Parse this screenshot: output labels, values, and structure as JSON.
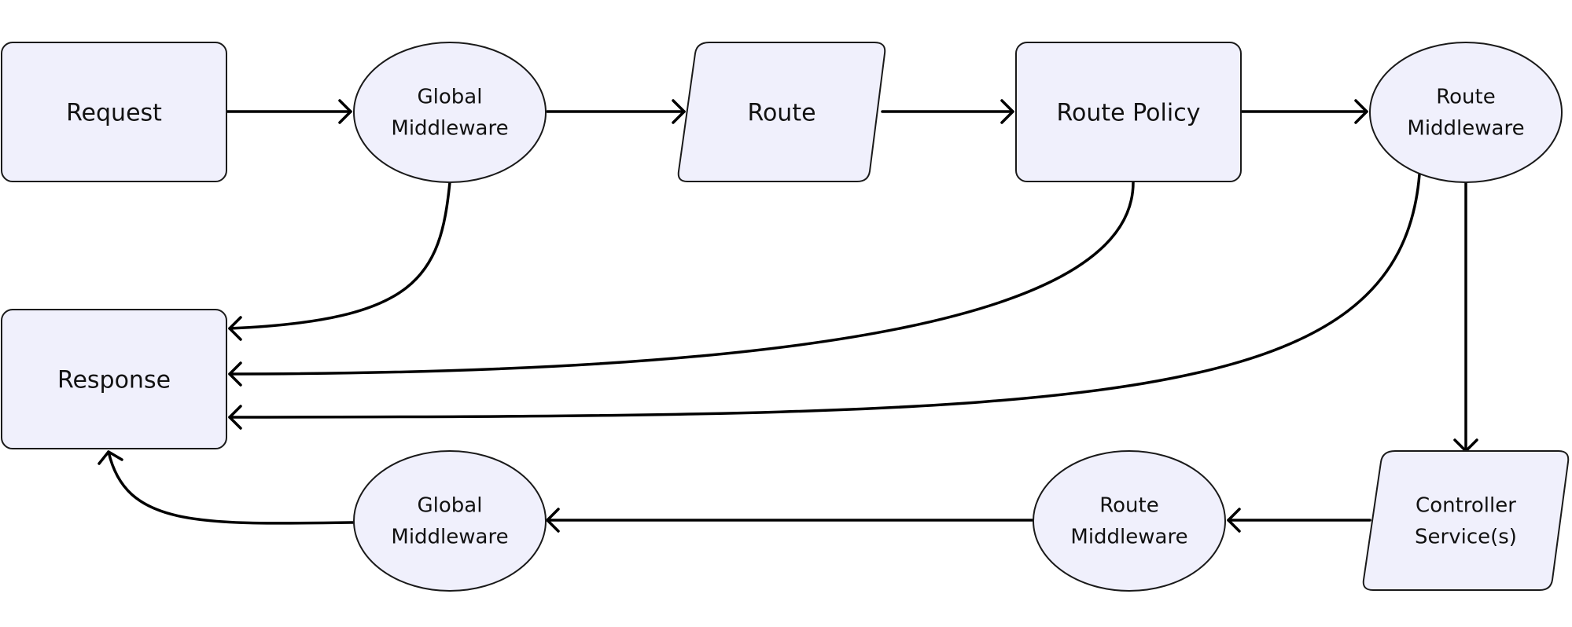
{
  "colors": {
    "node_fill": "#f0f0fc",
    "node_stroke": "#1a1a1a",
    "edge_stroke": "#000000",
    "text": "#111111",
    "background": "#ffffff"
  },
  "nodes": {
    "request": {
      "label": "Request",
      "shape": "rounded-rectangle"
    },
    "global_middleware_in": {
      "lines": [
        "Global",
        "Middleware"
      ],
      "shape": "ellipse"
    },
    "route": {
      "label": "Route",
      "shape": "parallelogram"
    },
    "route_policy": {
      "label": "Route Policy",
      "shape": "rounded-rectangle"
    },
    "route_middleware_in": {
      "lines": [
        "Route",
        "Middleware"
      ],
      "shape": "ellipse"
    },
    "response": {
      "label": "Response",
      "shape": "rounded-rectangle"
    },
    "global_middleware_out": {
      "lines": [
        "Global",
        "Middleware"
      ],
      "shape": "ellipse"
    },
    "route_middleware_out": {
      "lines": [
        "Route",
        "Middleware"
      ],
      "shape": "ellipse"
    },
    "controller": {
      "lines": [
        "Controller",
        "Service(s)"
      ],
      "shape": "parallelogram"
    }
  },
  "edges": [
    {
      "from": "request",
      "to": "global_middleware_in"
    },
    {
      "from": "global_middleware_in",
      "to": "route"
    },
    {
      "from": "route",
      "to": "route_policy"
    },
    {
      "from": "route_policy",
      "to": "route_middleware_in"
    },
    {
      "from": "global_middleware_in",
      "to": "response"
    },
    {
      "from": "route_policy",
      "to": "response"
    },
    {
      "from": "route_middleware_in",
      "to": "response"
    },
    {
      "from": "route_middleware_in",
      "to": "controller"
    },
    {
      "from": "controller",
      "to": "route_middleware_out"
    },
    {
      "from": "route_middleware_out",
      "to": "global_middleware_out"
    },
    {
      "from": "global_middleware_out",
      "to": "response"
    }
  ]
}
